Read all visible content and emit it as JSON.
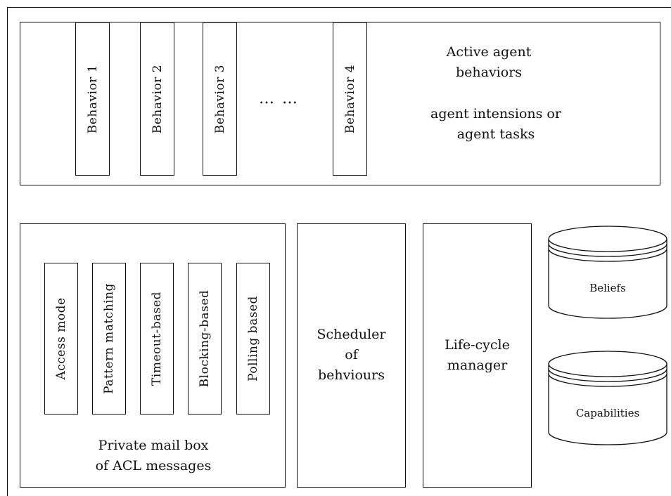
{
  "behaviors": {
    "items": [
      "Behavior 1",
      "Behavior 2",
      "Behavior 3",
      "Behavior 4"
    ],
    "ellipsis": "… …",
    "title": "Active agent\nbehaviors",
    "subtitle": "agent intensions or\nagent tasks"
  },
  "mailbox": {
    "modes": [
      "Access mode",
      "Pattern matching",
      "Timeout-based",
      "Blocking-based",
      "Polling based"
    ],
    "caption": "Private mail box\nof ACL messages"
  },
  "scheduler": {
    "label": "Scheduler\nof\nbehviours"
  },
  "lifecycle": {
    "label": "Life-cycle\nmanager"
  },
  "stores": {
    "beliefs": "Beliefs",
    "capabilities": "Capabilities"
  }
}
